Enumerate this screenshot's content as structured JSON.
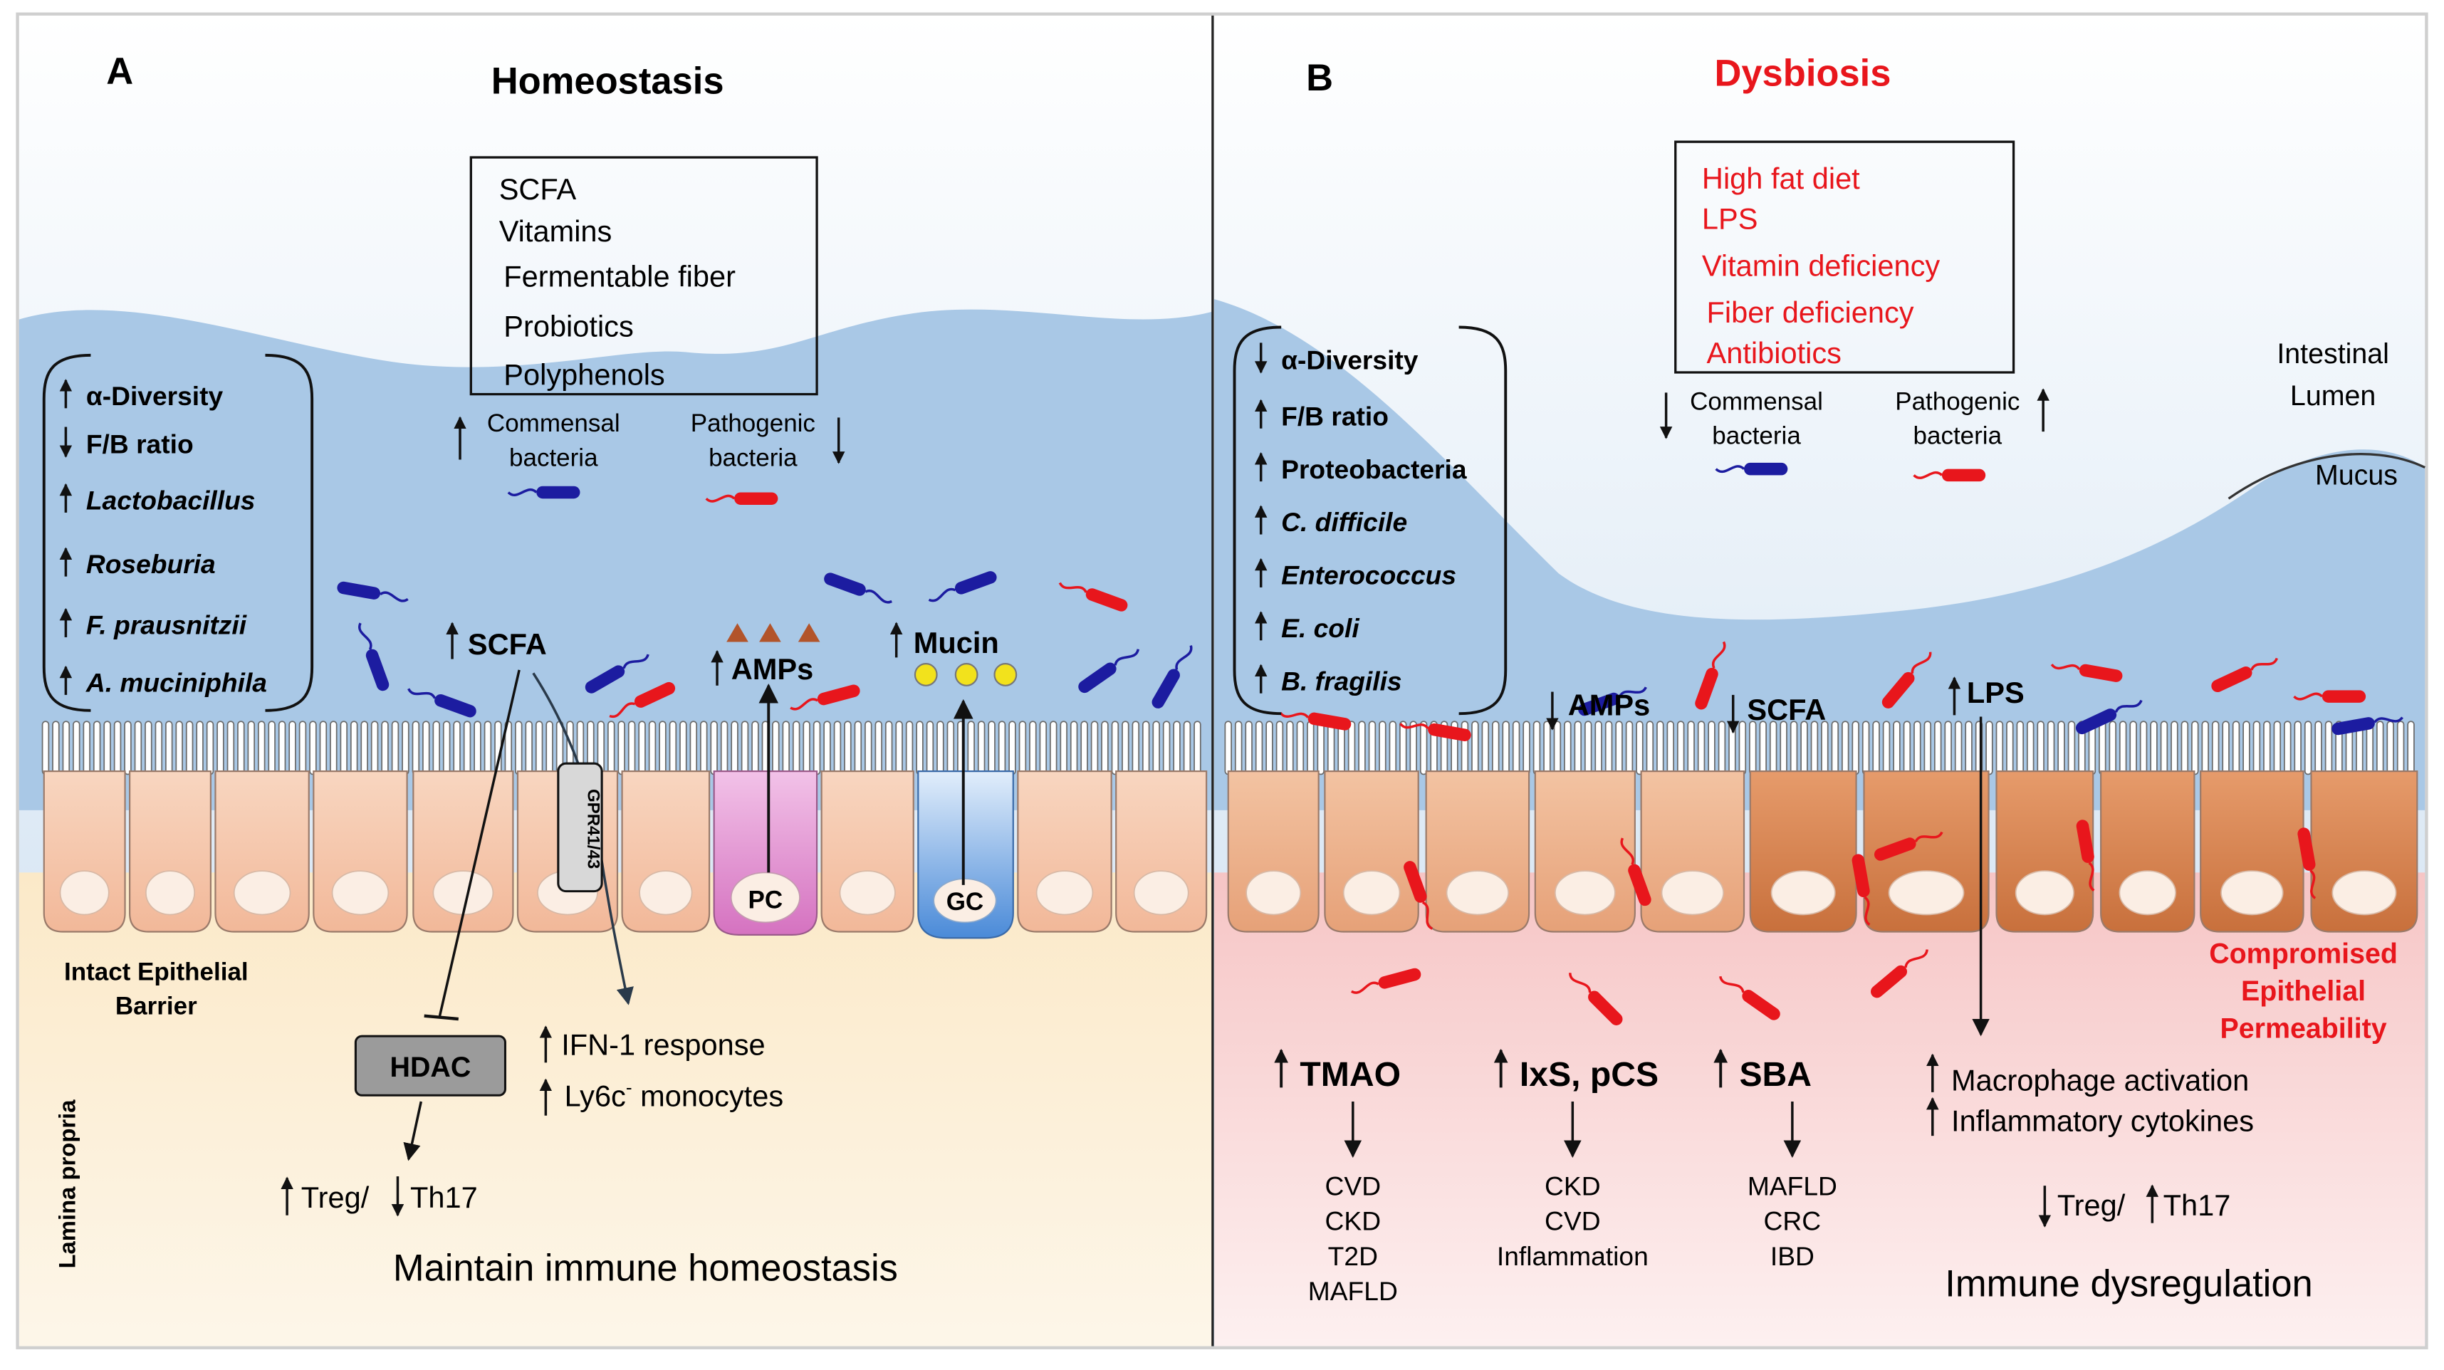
{
  "colors": {
    "lumen_top": "#ffffff",
    "lumen_bottom": "#c8dcef",
    "mucus": "#a9c8e6",
    "lamina_left": "#fbf0d9",
    "lamina_right": "#f9d9d9",
    "cell_healthy": "#f5c8ad",
    "cell_damaged": "#e49463",
    "commensal": "#1c1ca0",
    "pathogenic": "#e8161c",
    "dysbiosis_red": "#e8161c",
    "paneth": "#e38fd0",
    "goblet": "#4f8fd8",
    "hdac_box": "#9b9b9b",
    "mucin_dot": "#f2e21c",
    "amp_triangle": "#b2542a"
  },
  "icons": {
    "up_arrow": "up-arrow-icon",
    "down_arrow": "down-arrow-icon",
    "inhibit": "t-bar-inhibition-icon",
    "bacterium": "rod-bacterium-icon"
  },
  "panel_a": {
    "letter": "A",
    "title": "Homeostasis",
    "factors": [
      "SCFA",
      "Vitamins",
      "Fermentable fiber",
      "Probiotics",
      "Polyphenols"
    ],
    "commensal_label": "Commensal\nbacteria",
    "pathogenic_label": "Pathogenic\nbacteria",
    "microbiome": [
      {
        "dir": "up",
        "text": "α-Diversity",
        "italic": false
      },
      {
        "dir": "down",
        "text": "F/B ratio",
        "italic": false
      },
      {
        "dir": "up",
        "text": "Lactobacillus",
        "italic": true
      },
      {
        "dir": "up",
        "text": "Roseburia",
        "italic": true
      },
      {
        "dir": "up",
        "text": "F. prausnitzii",
        "italic": true
      },
      {
        "dir": "up",
        "text": "A. muciniphila",
        "italic": true
      }
    ],
    "scfa": "SCFA",
    "amps": "AMPs",
    "mucin": "Mucin",
    "receptor": "GPR41/43",
    "paneth_cell": "PC",
    "goblet_cell": "GC",
    "hdac": "HDAC",
    "barrier": "Intact Epithelial\nBarrier",
    "lamina_propria": "Lamina propria",
    "ifn": "IFN-1 response",
    "ly6c": "Ly6c",
    "ly6c_sup": "-",
    "monocytes": " monocytes",
    "treg": "Treg/",
    "th17": "Th17",
    "footer": "Maintain immune homeostasis"
  },
  "panel_b": {
    "letter": "B",
    "title": "Dysbiosis",
    "factors": [
      "High fat diet",
      "LPS",
      "Vitamin deficiency",
      "Fiber deficiency",
      "Antibiotics"
    ],
    "commensal_label": "Commensal\nbacteria",
    "pathogenic_label": "Pathogenic\nbacteria",
    "lumen": "Intestinal\nLumen",
    "mucus": "Mucus",
    "microbiome": [
      {
        "dir": "down",
        "text": "α-Diversity",
        "italic": false
      },
      {
        "dir": "up",
        "text": "F/B ratio",
        "italic": false
      },
      {
        "dir": "up",
        "text": "Proteobacteria",
        "italic": false
      },
      {
        "dir": "up",
        "text": "C. difficile",
        "italic": true
      },
      {
        "dir": "up",
        "text": "Enterococcus",
        "italic": true
      },
      {
        "dir": "up",
        "text": "E. coli",
        "italic": true
      },
      {
        "dir": "up",
        "text": "B. fragilis",
        "italic": true
      }
    ],
    "amps": "AMPs",
    "scfa": "SCFA",
    "lps": "LPS",
    "permeability": "Compromised\nEpithelial\nPermeability",
    "metabolites": [
      {
        "label": "TMAO",
        "diseases": [
          "CVD",
          "CKD",
          "T2D",
          "MAFLD"
        ]
      },
      {
        "label": "IxS, pCS",
        "diseases": [
          "CKD",
          "CVD",
          "Inflammation"
        ]
      },
      {
        "label": "SBA",
        "diseases": [
          "MAFLD",
          "CRC",
          "IBD"
        ]
      }
    ],
    "macrophage": "Macrophage activation",
    "cytokines": "Inflammatory cytokines",
    "treg": "Treg/",
    "th17": "Th17",
    "footer": "Immune dysregulation"
  }
}
